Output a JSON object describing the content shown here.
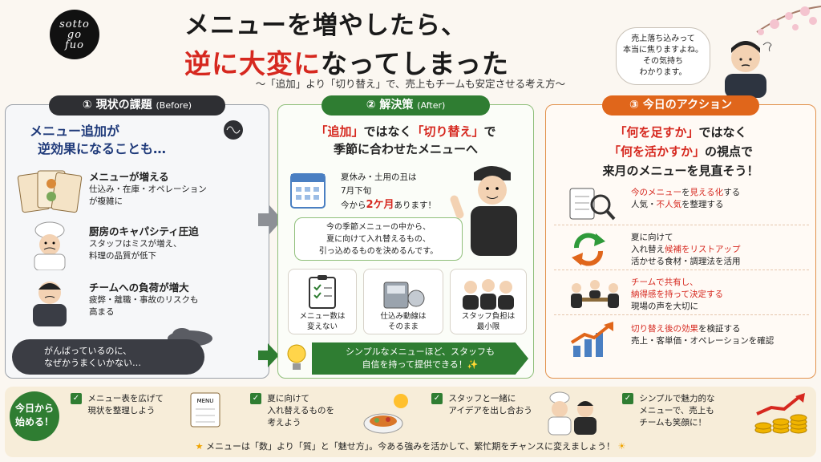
{
  "logo": {
    "line1": "sotto",
    "line2": "go",
    "line3": "fuo"
  },
  "header": {
    "title_line1": "メニューを増やしたら、",
    "title_line2_red": "逆に大変に",
    "title_line2_rest": "なってしまった",
    "subtitle": "〜「追加」より「切り替え」で、売上もチームも安定させる考え方〜",
    "bubble_lines": [
      "売上落ち込みって",
      "本当に焦りますよね。",
      "その気持ち",
      "わかります。"
    ]
  },
  "col1": {
    "badge": "①",
    "title": "現状の課題",
    "title_en": "(Before)",
    "lead1": "メニュー追加が",
    "lead2": "逆効果になることも…",
    "problems": [
      {
        "head": "メニューが増える",
        "l1": "仕込み・在庫・オペレーション",
        "l2": "が複雑に"
      },
      {
        "head": "厨房のキャパシティ圧迫",
        "l1": "スタッフはミスが増え、",
        "l2": "料理の品質が低下"
      },
      {
        "head": "チームへの負荷が増大",
        "l1": "疲弊・離職・事故のリスクも",
        "l2": "高まる"
      }
    ],
    "cloud1": "がんばっているのに、",
    "cloud2": "なぜかうまくいかない…"
  },
  "col2": {
    "badge": "②",
    "title": "解決策",
    "title_en": "(After)",
    "lead_a1": "「追加」",
    "lead_a2": "ではなく",
    "lead_a3": "「切り替え」",
    "lead_a4": "で",
    "lead_b": "季節に合わせたメニューへ",
    "season1": "夏休み・土用の丑は",
    "season2": "7月下旬",
    "season3a": "今から",
    "season3b": "2ケ月",
    "season3c": "あります！",
    "speech1": "今の季節メニューの中から、",
    "speech2": "夏に向けて入れ替えるもの、",
    "speech3": "引っ込めるものを決めるんです。",
    "cards": [
      {
        "l1": "メニュー数は",
        "l2": "変えない"
      },
      {
        "l1": "仕込み動線は",
        "l2": "そのまま"
      },
      {
        "l1": "スタッフ負担は",
        "l2": "最小限"
      }
    ],
    "banner1": "シンプルなメニューほど、スタッフも",
    "banner2": "自信を持って提供できる！✨"
  },
  "col3": {
    "badge": "③",
    "title": "今日のアクション",
    "lead_a1": "「何を足すか」",
    "lead_a2": "ではなく",
    "lead_b1": "「何を活かすか」",
    "lead_b2": "の視点で",
    "lead_c": "来月のメニューを見直そう！",
    "actions": [
      {
        "r1": "今のメニュー",
        "k1": "を",
        "r2": "見える化",
        "k2": "する",
        "l2a": "人気・",
        "l2r": "不人気",
        "l2b": "を整理する",
        "l3": ""
      },
      {
        "r1": "",
        "k1": "夏に向けて",
        "r2": "",
        "k2": "",
        "l2a": "入れ替え",
        "l2r": "候補をリストアップ",
        "l2b": "",
        "l3": "活かせる食材・調理法を活用"
      },
      {
        "r1": "チームで共有し、",
        "k1": "",
        "r2": "",
        "k2": "",
        "l2a": "",
        "l2r": "納得感を持って決定する",
        "l2b": "",
        "l3": "現場の声を大切に"
      },
      {
        "r1": "切り替え後の効果",
        "k1": "を検証する",
        "r2": "",
        "k2": "",
        "l2a": "売上・客単価・オペレーションを確認",
        "l2r": "",
        "l2b": "",
        "l3": ""
      }
    ]
  },
  "bottom": {
    "start1": "今日から",
    "start2": "始める！",
    "check": "✓",
    "tips": [
      {
        "l1": "メニュー表を広げて",
        "l2": "現状を整理しよう",
        "l3": ""
      },
      {
        "l1": "夏に向けて",
        "l2": "入れ替えるものを",
        "l3": "考えよう"
      },
      {
        "l1": "スタッフと一緒に",
        "l2": "アイデアを出し合おう",
        "l3": ""
      },
      {
        "l1": "シンプルで魅力的な",
        "l2": "メニューで、売上も",
        "l3": "チームも笑顔に！"
      }
    ],
    "menu_label": "MENU",
    "footer": "メニューは「数」より「質」と「魅せ方」。今ある強みを活かして、繁忙期をチャンスに変えましょう！",
    "star": "★",
    "sun": "☀"
  }
}
